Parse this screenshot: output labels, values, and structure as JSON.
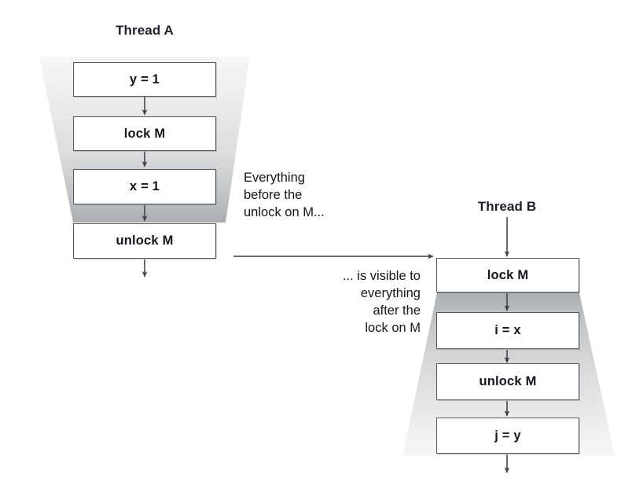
{
  "figure": {
    "type": "sequence-flow-diagram",
    "description": "Two-thread lock visibility diagram"
  },
  "threads": [
    {
      "id": "thread-a",
      "title": "Thread A",
      "steps": [
        {
          "label": "y = 1"
        },
        {
          "label": "lock M"
        },
        {
          "label": "x = 1"
        },
        {
          "label": "unlock M"
        }
      ]
    },
    {
      "id": "thread-b",
      "title": "Thread B",
      "steps": [
        {
          "label": "lock M"
        },
        {
          "label": "i = x"
        },
        {
          "label": "unlock M"
        },
        {
          "label": "j = y"
        }
      ]
    }
  ],
  "annotations": {
    "before_unlock": "Everything\nbefore the\nunlock on M...",
    "after_lock": "... is visible to\neverything\nafter the\nlock on M"
  },
  "colors": {
    "box_border": "#555a5e",
    "box_fill": "#ffffff",
    "text": "#15151c",
    "arrow": "#3a3a40",
    "shade_light": "#f4f4f5",
    "shade_dark": "#abaeb0"
  }
}
